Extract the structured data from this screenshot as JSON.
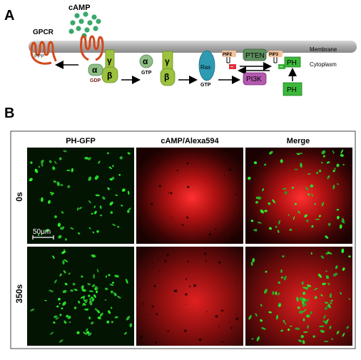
{
  "panel_a": {
    "letter": "A",
    "camp_label": "cAMP",
    "gpcr_label": "GPCR",
    "ppp_label": "PPP",
    "membrane_label": "Membrane",
    "cytoplasm_label": "Cytoplasm",
    "alpha": "α",
    "beta": "β",
    "gamma": "γ",
    "gdp_label": "GDP",
    "gtp_label": "GTP",
    "ras_label": "Ras",
    "ras_gtp_label": "GTP",
    "pip2_label": "PIP2",
    "pip3_label": "PIP3",
    "pten_label": "PTEN",
    "pi3k_label": "PI3K",
    "ph_label": "PH",
    "minus": "−",
    "colors": {
      "gpcr": "#d2491c",
      "camp_dots": "#3aa86b",
      "membrane": "#a9a9a9",
      "g_protein": "#9cc23e",
      "alpha_free": "#8fbf86",
      "ras": "#2f9bb3",
      "pten": "#5e8f5e",
      "pi3k": "#b559b0",
      "ph": "#3cb83c",
      "inhibit": "#e0303a"
    }
  },
  "panel_b": {
    "letter": "B",
    "columns": [
      "PH-GFP",
      "cAMP/Alexa594",
      "Merge"
    ],
    "rows": [
      "0s",
      "350s"
    ],
    "scale_bar_label": "50μm"
  }
}
